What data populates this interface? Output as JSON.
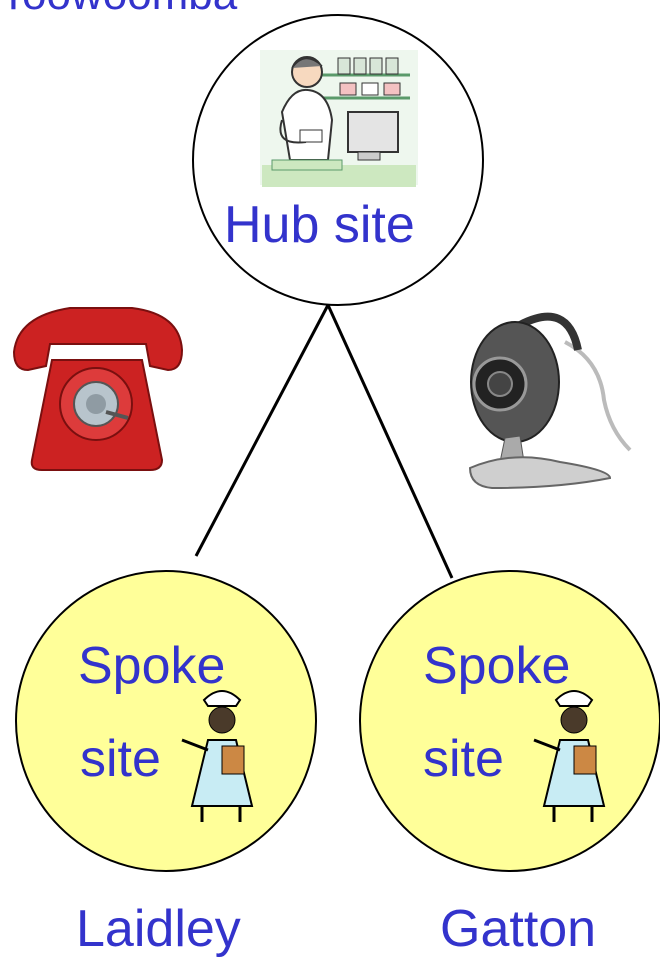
{
  "title_partial": "Toowoomba",
  "hub": {
    "label": "Hub site"
  },
  "spokes": [
    {
      "line1": "Spoke",
      "line2": "site",
      "town": "Laidley"
    },
    {
      "line1": "Spoke",
      "line2": "site",
      "town": "Gatton"
    }
  ],
  "icons": [
    "pharmacist-clipart",
    "telephone-icon",
    "webcam-icon",
    "nurse-clipart"
  ],
  "colors": {
    "text": "#3333cc",
    "spoke_fill": "#ffff99",
    "stroke": "#000000"
  }
}
